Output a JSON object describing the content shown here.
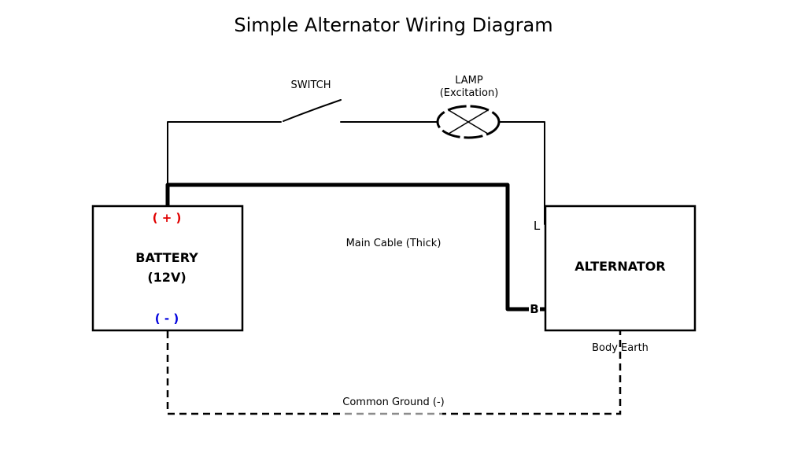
{
  "title": "Simple Alternator Wiring Diagram",
  "components": {
    "battery": {
      "label_line1": "BATTERY",
      "label_line2": "(12V)",
      "positive": "( + )",
      "negative": "( - )",
      "positive_color": "#e00000",
      "negative_color": "#0000dd"
    },
    "alternator": {
      "label": "ALTERNATOR",
      "terminal_l": "L",
      "terminal_b": "B"
    },
    "switch": {
      "label": "SWITCH"
    },
    "lamp": {
      "label_line1": "LAMP",
      "label_line2": "(Excitation)"
    }
  },
  "wires": {
    "main_cable": "Main Cable (Thick)",
    "body_earth": "Body Earth",
    "common_ground": "Common Ground (-)"
  }
}
